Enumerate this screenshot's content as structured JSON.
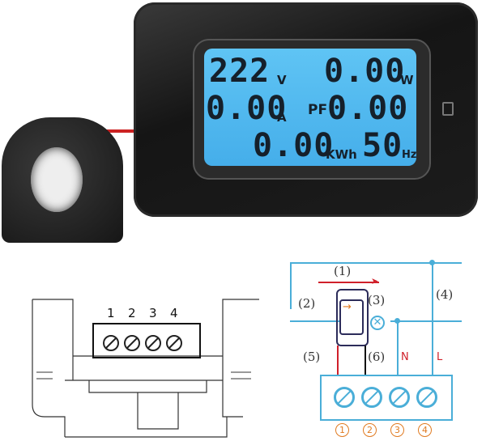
{
  "meter": {
    "voltage": "222",
    "voltage_unit": "V",
    "power": "0.00",
    "power_unit": "W",
    "current": "0.00",
    "current_unit": "A",
    "pf_label": "PF",
    "pf": "0.00",
    "energy": "0.00",
    "energy_unit": "KWh",
    "frequency": "50",
    "frequency_unit": "Hz",
    "lcd_color": "#4cb8f0"
  },
  "terminal_drawing": {
    "labels": [
      "1",
      "2",
      "3",
      "4"
    ]
  },
  "wiring": {
    "parts": [
      "(1)",
      "(2)",
      "(3)",
      "(4)",
      "(5)",
      "(6)"
    ],
    "neutral": "N",
    "live": "L",
    "terminals": [
      "1",
      "2",
      "3",
      "4"
    ],
    "line_color": "#4aaed8",
    "accent": "#e07a20",
    "wire_red": "#d0202a"
  }
}
